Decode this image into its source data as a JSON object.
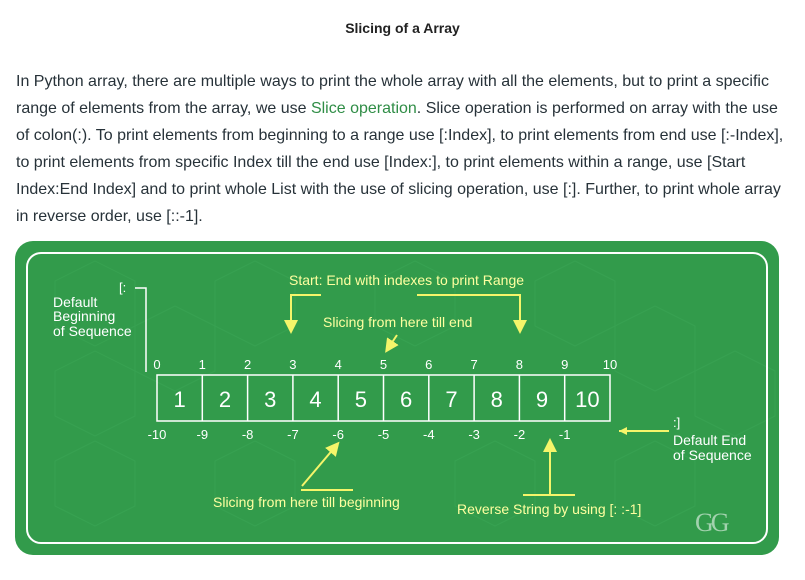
{
  "title": "Slicing of a Array",
  "paragraph": {
    "part1": "In Python array, there are multiple ways to print the whole array with all the elements, but to print a specific range of elements from the array, we use ",
    "link": "Slice operation",
    "part2": ". Slice operation is performed on array with the use of colon(:). To print elements from beginning to a range use [:Index], to print elements from end use [:-Index], to print elements from specific Index till the end use [Index:], to print elements within a range, use [Start Index:End Index] and to print whole List with the use of slicing operation, use [:]. Further, to print whole array in reverse order, use [::-1]."
  },
  "diagram": {
    "cells": [
      "1",
      "2",
      "3",
      "4",
      "5",
      "6",
      "7",
      "8",
      "9",
      "10"
    ],
    "pos_indices": [
      "0",
      "1",
      "2",
      "3",
      "4",
      "5",
      "6",
      "7",
      "8",
      "9",
      "10"
    ],
    "neg_indices": [
      "-10",
      "-9",
      "-8",
      "-7",
      "-6",
      "-5",
      "-4",
      "-3",
      "-2",
      "-1"
    ],
    "default_begin_bracket": "[:",
    "default_begin_l1": "Default",
    "default_begin_l2": "Beginning",
    "default_begin_l3": "of Sequence",
    "start_end_label": "Start: End with indexes to print Range",
    "slicing_till_end": "Slicing from here till end",
    "default_end_bracket": ":]",
    "default_end_l1": "Default End",
    "default_end_l2": "of Sequence",
    "slicing_till_begin": "Slicing from here till beginning",
    "reverse_label": "Reverse String by using [: :-1]",
    "logo": "GG",
    "colors": {
      "green": "#2f8d46",
      "green_dark": "#2a8340",
      "yellow": "#f5f56a",
      "white": "#ffffff"
    }
  }
}
